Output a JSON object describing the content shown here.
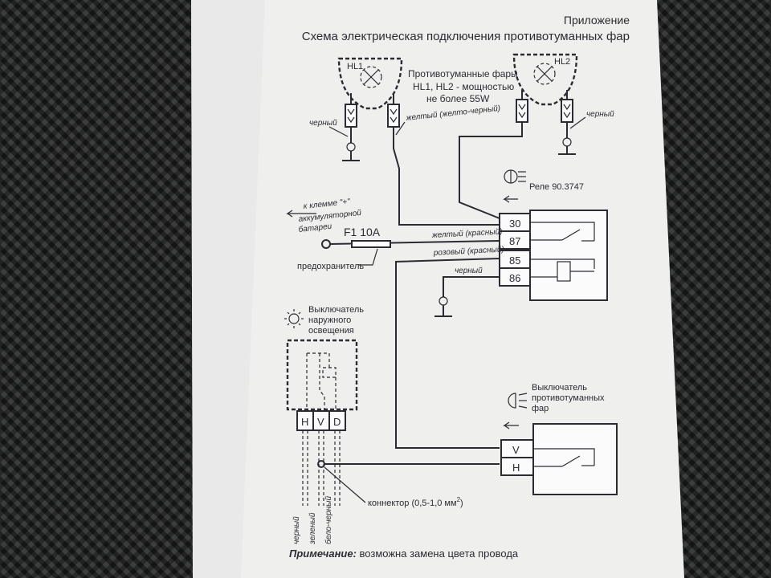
{
  "header": {
    "appendix": "Приложение",
    "title": "Схема электрическая подключения противотуманных фар"
  },
  "lamps": {
    "hl1": "HL1",
    "hl2": "HL2",
    "label": "Противотуманные фары",
    "power_line1": "HL1, HL2 - мощностью",
    "power_line2": "не более 55W"
  },
  "wires": {
    "black_left": "черный",
    "black_right": "черный",
    "yellow_yb": "желтый (желто-черный)",
    "yellow_red": "желтый (красный)",
    "pink_red": "розовый (красный)",
    "black_relay": "черный"
  },
  "relay": {
    "title": "Реле 90.3747",
    "pins": [
      "30",
      "87",
      "85",
      "86"
    ]
  },
  "battery": {
    "line1": "к клемме \"+\"",
    "line2": "аккумуляторной",
    "line3": "батареи"
  },
  "fuse": {
    "label": "F1 10A",
    "name": "предохранитель"
  },
  "ext_switch": {
    "line1": "Выключатель",
    "line2": "наружного",
    "line3": "освещения",
    "pins": [
      "H",
      "V",
      "D"
    ]
  },
  "fog_switch": {
    "line1": "Выключатель",
    "line2": "противотуманных",
    "line3": "фар",
    "pins": [
      "V",
      "H"
    ]
  },
  "bottom_wires": [
    "черный",
    "зеленый",
    "бело-черный"
  ],
  "connector": {
    "label": "коннектор (0,5-1,0 мм",
    "sup": "2",
    "close": ")"
  },
  "note": {
    "label": "Примечание:",
    "text": " возможна замена цвета провода"
  }
}
